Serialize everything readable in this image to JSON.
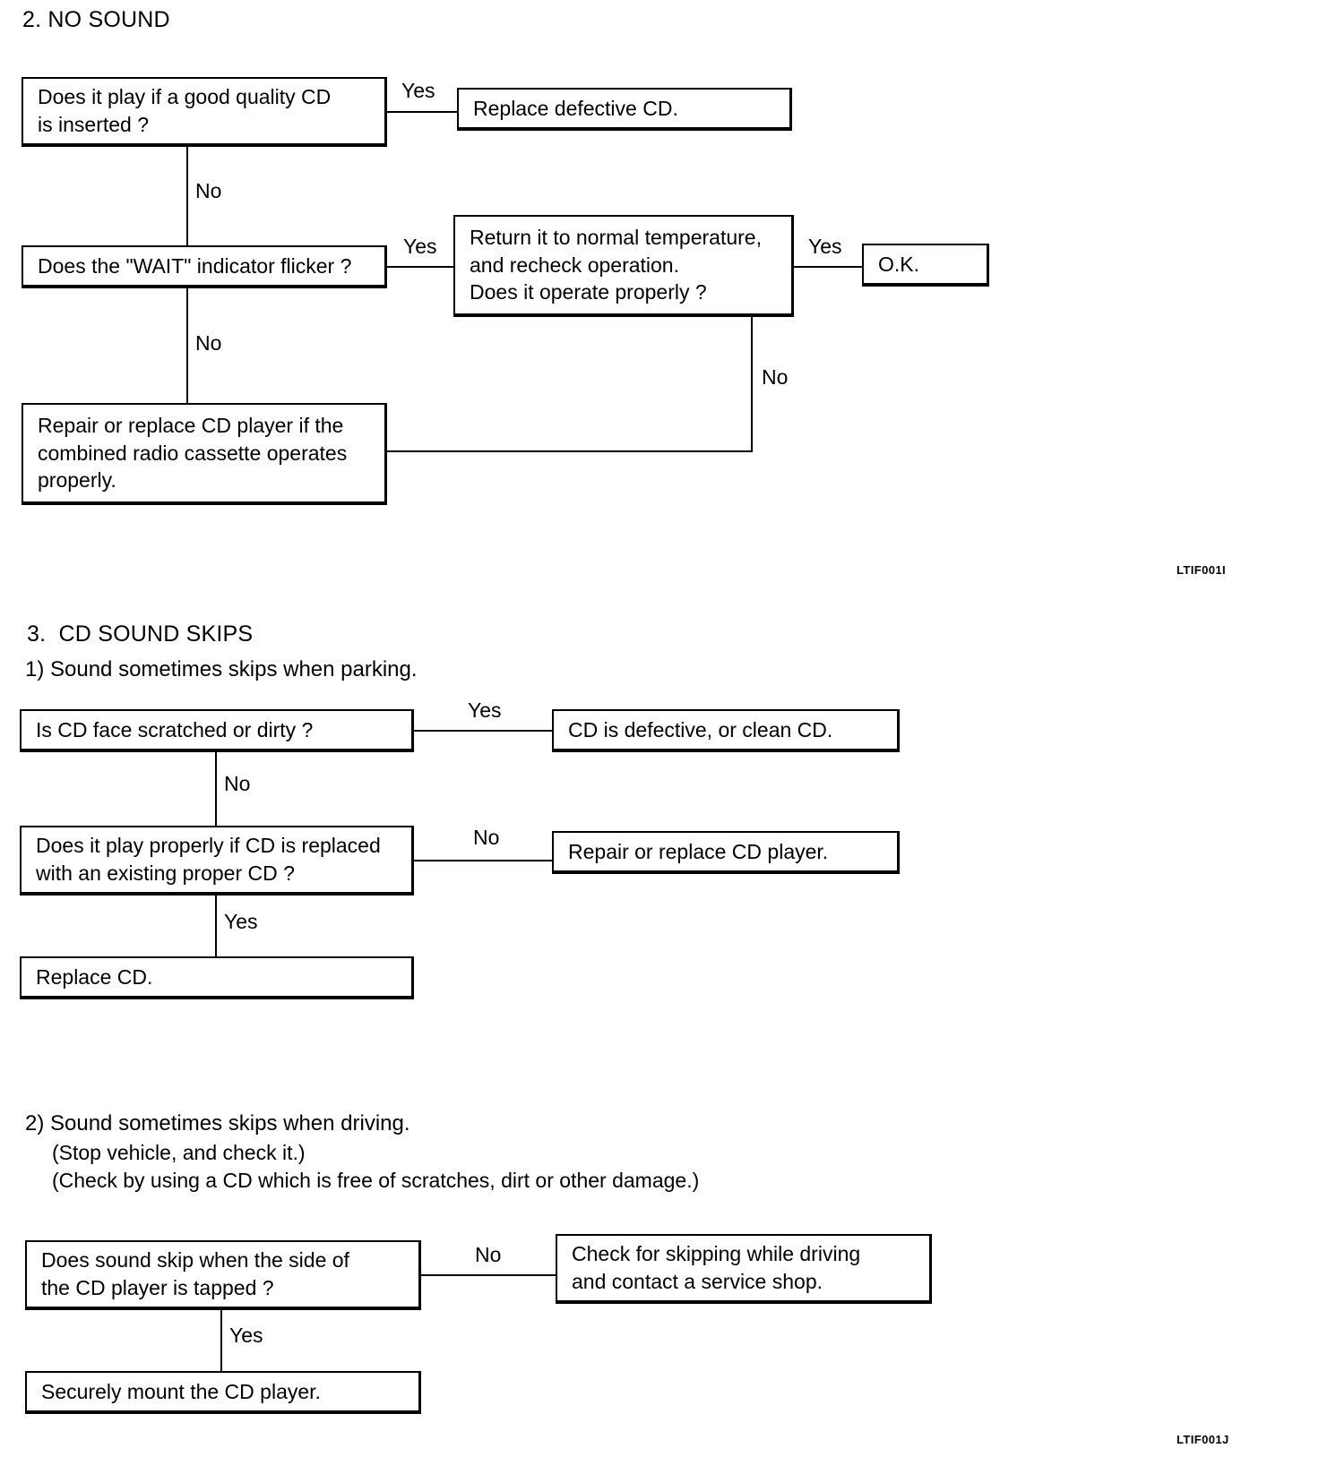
{
  "document": {
    "sections": [
      {
        "id": "no-sound",
        "number": "2.",
        "title": "2. NO SOUND",
        "figure_code": "LTIF001I",
        "nodes": [
          {
            "id": "q1",
            "text": "Does it play if a good quality CD\nis inserted ?"
          },
          {
            "id": "a1",
            "text": "Replace defective CD."
          },
          {
            "id": "q2",
            "text": "Does the \"WAIT\" indicator flicker ?"
          },
          {
            "id": "q3",
            "text": "Return it to normal temperature,\nand recheck operation.\nDoes it operate properly ?"
          },
          {
            "id": "a2",
            "text": "O.K."
          },
          {
            "id": "a3",
            "text": "Repair or replace CD player if the\ncombined radio cassette operates\nproperly."
          }
        ],
        "edges": [
          {
            "from": "q1",
            "to": "a1",
            "label": "Yes"
          },
          {
            "from": "q1",
            "to": "q2",
            "label": "No"
          },
          {
            "from": "q2",
            "to": "q3",
            "label": "Yes"
          },
          {
            "from": "q2",
            "to": "a3",
            "label": "No"
          },
          {
            "from": "q3",
            "to": "a2",
            "label": "Yes"
          },
          {
            "from": "q3",
            "to": "a3",
            "label": "No"
          }
        ]
      },
      {
        "id": "cd-sound-skips",
        "number": "3.",
        "title": "3.  CD SOUND SKIPS",
        "figure_code": "LTIF001J",
        "subsections": [
          {
            "id": "parking",
            "title": "1) Sound sometimes skips when parking.",
            "nodes": [
              {
                "id": "p-q1",
                "text": "Is CD face scratched or dirty ?"
              },
              {
                "id": "p-a1",
                "text": "CD is defective, or clean CD."
              },
              {
                "id": "p-q2",
                "text": "Does it play properly if CD is replaced\nwith an existing proper CD ?"
              },
              {
                "id": "p-a2",
                "text": "Repair or replace CD player."
              },
              {
                "id": "p-a3",
                "text": "Replace CD."
              }
            ],
            "edges": [
              {
                "from": "p-q1",
                "to": "p-a1",
                "label": "Yes"
              },
              {
                "from": "p-q1",
                "to": "p-q2",
                "label": "No"
              },
              {
                "from": "p-q2",
                "to": "p-a2",
                "label": "No"
              },
              {
                "from": "p-q2",
                "to": "p-a3",
                "label": "Yes"
              }
            ]
          },
          {
            "id": "driving",
            "title": "2) Sound sometimes skips when driving.",
            "notes": [
              "(Stop vehicle, and check it.)",
              "(Check by using a CD which is free of scratches, dirt or other damage.)"
            ],
            "nodes": [
              {
                "id": "d-q1",
                "text": "Does sound skip when the side of\nthe CD player is tapped ?"
              },
              {
                "id": "d-a1",
                "text": "Check for skipping while driving\nand contact a service shop."
              },
              {
                "id": "d-a2",
                "text": "Securely mount the CD player."
              }
            ],
            "edges": [
              {
                "from": "d-q1",
                "to": "d-a1",
                "label": "No"
              },
              {
                "from": "d-q1",
                "to": "d-a2",
                "label": "Yes"
              }
            ]
          }
        ]
      }
    ],
    "colors": {
      "ink": "#000000",
      "paper": "#ffffff"
    }
  }
}
